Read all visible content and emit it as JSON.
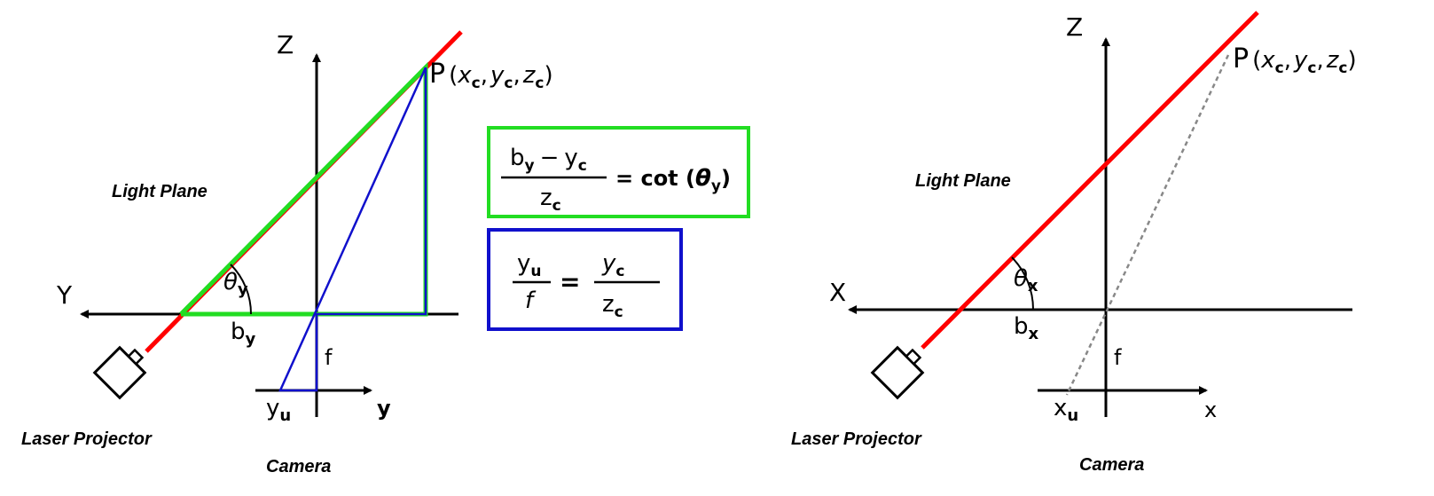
{
  "colors": {
    "laser": "#ff0000",
    "light_plane_triangle": "#22dd22",
    "camera_ray": "#1010cc",
    "axis": "#000000",
    "dashed_ray": "#888888"
  },
  "left_diagram": {
    "axis_z": "Z",
    "axis_y_world": "Y",
    "axis_y_image": "y",
    "point_label": {
      "P": "P",
      "open": "(",
      "x": "x",
      "y": "y",
      "z": "z",
      "sub": "c",
      "comma": ",",
      "close": ")"
    },
    "light_plane": "Light Plane",
    "theta": "θ",
    "theta_sub": "y",
    "baseline": "b",
    "baseline_sub": "y",
    "focal": "f",
    "image_coord": "y",
    "image_coord_sub": "u",
    "laser_projector": "Laser Projector",
    "camera": "Camera",
    "equation_green": {
      "num_b": "b",
      "num_b_sub": "y",
      "num_minus": "−",
      "num_y": "y",
      "num_y_sub": "c",
      "den": "z",
      "den_sub": "c",
      "rhs": "= cot (",
      "rhs_theta": "θ",
      "rhs_sub": "y",
      "rhs_close": ")"
    },
    "equation_blue": {
      "lnum": "y",
      "lnum_sub": "u",
      "lden": "f",
      "eq": "=",
      "rnum": "y",
      "rnum_sub": "c",
      "rden": "z",
      "rden_sub": "c"
    }
  },
  "right_diagram": {
    "axis_z": "Z",
    "axis_x_world": "X",
    "axis_x_image": "x",
    "point_label": {
      "P": "P",
      "open": "(",
      "x": "x",
      "y": "y",
      "z": "z",
      "sub": "c",
      "comma": ",",
      "close": ")"
    },
    "light_plane": "Light Plane",
    "theta": "θ",
    "theta_sub": "x",
    "baseline": "b",
    "baseline_sub": "x",
    "focal": "f",
    "image_coord": "x",
    "image_coord_sub": "u",
    "laser_projector": "Laser Projector",
    "camera": "Camera"
  }
}
